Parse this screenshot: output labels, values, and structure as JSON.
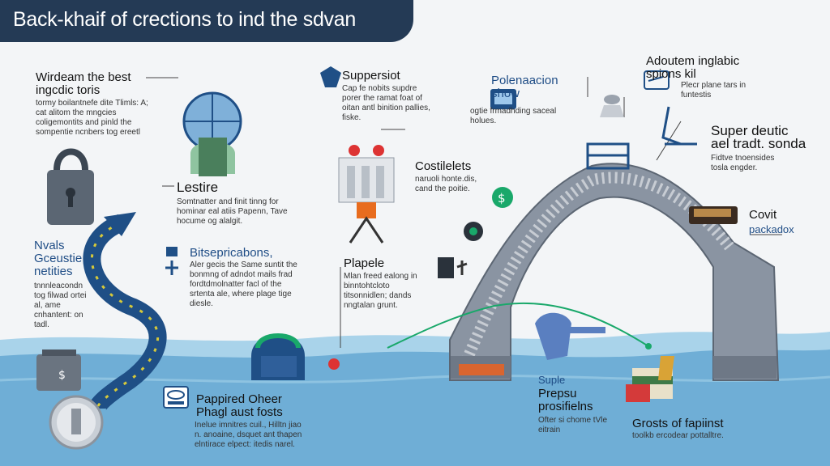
{
  "title": "Back-khaif of crections to ind the sdvan",
  "blocks": {
    "wirdeam": {
      "heading": "Wirdeam the best ingcdic toris",
      "body": "tormy boilantnefe dite Tlimls: A; cat alitom the mngcies coligemontits and pinld the sompentie ncnbers tog ereetl"
    },
    "lestire": {
      "heading": "Lestire",
      "body": "Somtnatter and finit tinng for hominar eal atiis Papenn, Tave hocume og alalgit."
    },
    "nvals": {
      "heading": "Nvals Gceustie netities",
      "body": "tnnnleacondn tog filwad ortei al, ame cnhantent: on tadl."
    },
    "bitsepro": {
      "heading": "Bitsepricabons,",
      "body": "Aler gecis the Same suntit the bonmng of adndot mails frad fordtdmolnatter facl of the srtenta ale, where plage tige diesle."
    },
    "suppersiot": {
      "heading": "Suppersiot",
      "body": "Cap fe nobits supdre porer the ramat foat of oitan antl binition pallies, fiske."
    },
    "polenaacion": {
      "heading": "Polenaacion show",
      "body": "ogtie frmadhding saceal holues."
    },
    "costilelets": {
      "heading": "Costilelets",
      "body": "naruoli honte.dis, cand the poitie."
    },
    "plapele": {
      "heading": "Plapele",
      "body": "Mlan freed ealong in binntohtcloto titsonnidlen; dands nngtalan grunt."
    },
    "adoutem": {
      "heading": "Adoutem inglabic spions kil",
      "body": "Plecr plane tars in funtestis"
    },
    "super_deutic": {
      "heading": "Super deutic ael tradt. sonda",
      "body": "Fidtve tnoensides tosla engder."
    },
    "covit": {
      "heading": "Covit",
      "sub": "packadox"
    },
    "suple": {
      "heading": "Suple",
      "body": ""
    },
    "prepsu": {
      "heading": "Prepsu prosifielns",
      "body": "Ofter si chome tVle eitrain"
    },
    "grosts": {
      "heading": "Grosts of fapiinst",
      "body": "toolkb ercodear pottalltre."
    },
    "papired": {
      "heading": "Pappired Oheer Phagl aust fosts",
      "body": "Inelue imnitres cuil., Hilltn jiao n. anoaine, dsquet ant thapen elntirace elpect: itedis narel."
    }
  },
  "colors": {
    "banner": "#243a55",
    "water": "#6faed6",
    "water_light": "#a9d3ea",
    "arrow": "#1f4f86",
    "arrow_dash": "#d6c93a",
    "bridge": "#7a8593",
    "green_line": "#19a86a",
    "heading_blue": "#1f4d86"
  },
  "icons": [
    "lock-icon",
    "safe-icon",
    "coin-icon",
    "globe-icon",
    "building-icon",
    "people-icon",
    "dollar-icon",
    "bug-icon",
    "laptop-icon",
    "wallet-icon",
    "card-icon",
    "plant-icon",
    "robot-icon",
    "lamp-icon",
    "tower-icon",
    "money-icon",
    "microphone-icon",
    "target-icon"
  ]
}
